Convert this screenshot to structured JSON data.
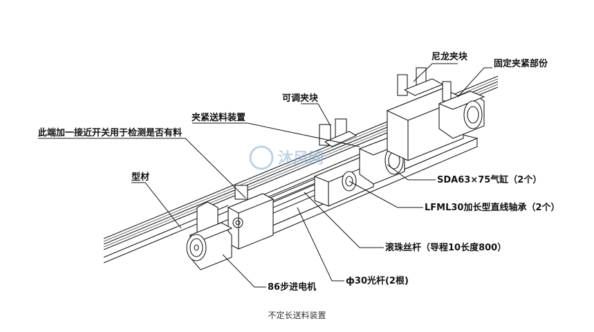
{
  "caption": "不定长送料装置",
  "watermark": "沐风网",
  "labels": {
    "nylon_clamp": "尼龙夹块",
    "fixed_clamp": "固定夹紧部份",
    "adjustable_clamp": "可调夹块",
    "clamp_feeder": "夹紧送料装置",
    "sensor_note": "此端加一接近开关用于检测是否有料",
    "profile": "型材",
    "cylinder": "SDA63×75气缸（2个）",
    "bearing": "LFML30加长型直线轴承（2个）",
    "ball_screw": "滚珠丝杆（导程10长度800）",
    "smooth_rod": "ф30光杆(2根)",
    "motor": "86步进电机"
  }
}
